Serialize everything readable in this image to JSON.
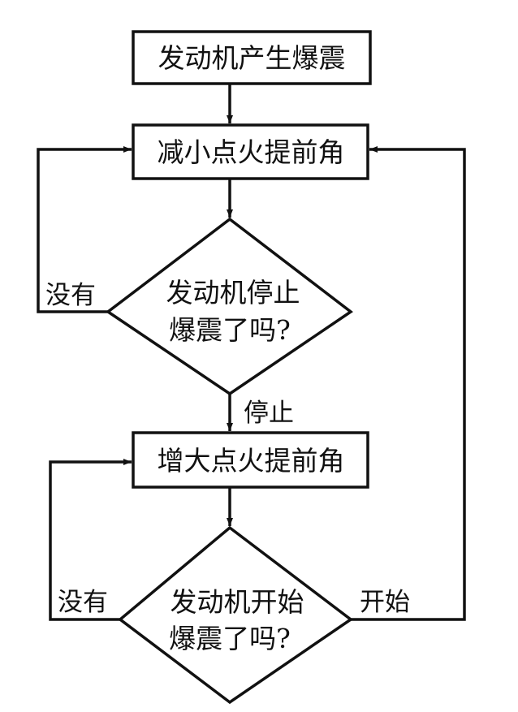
{
  "diagram": {
    "type": "flowchart",
    "colors": {
      "stroke": "#111111",
      "background": "#ffffff",
      "text": "#111111"
    },
    "nodes": [
      {
        "id": "start",
        "shape": "rectangle",
        "lines": [
          "发动机产生爆震"
        ]
      },
      {
        "id": "decrease",
        "shape": "rectangle",
        "lines": [
          "减小点火提前角"
        ]
      },
      {
        "id": "check_stop",
        "shape": "diamond",
        "lines": [
          "发动机停止",
          "爆震了吗?"
        ]
      },
      {
        "id": "increase",
        "shape": "rectangle",
        "lines": [
          "增大点火提前角"
        ]
      },
      {
        "id": "check_start",
        "shape": "diamond",
        "lines": [
          "发动机开始",
          "爆震了吗?"
        ]
      }
    ],
    "edges": [
      {
        "from": "start",
        "to": "decrease",
        "label": ""
      },
      {
        "from": "decrease",
        "to": "check_stop",
        "label": ""
      },
      {
        "from": "check_stop",
        "to": "decrease",
        "label": "没有"
      },
      {
        "from": "check_stop",
        "to": "increase",
        "label": "停止"
      },
      {
        "from": "increase",
        "to": "check_start",
        "label": ""
      },
      {
        "from": "check_start",
        "to": "increase",
        "label": "没有"
      },
      {
        "from": "check_start",
        "to": "decrease",
        "label": "开始"
      }
    ]
  }
}
